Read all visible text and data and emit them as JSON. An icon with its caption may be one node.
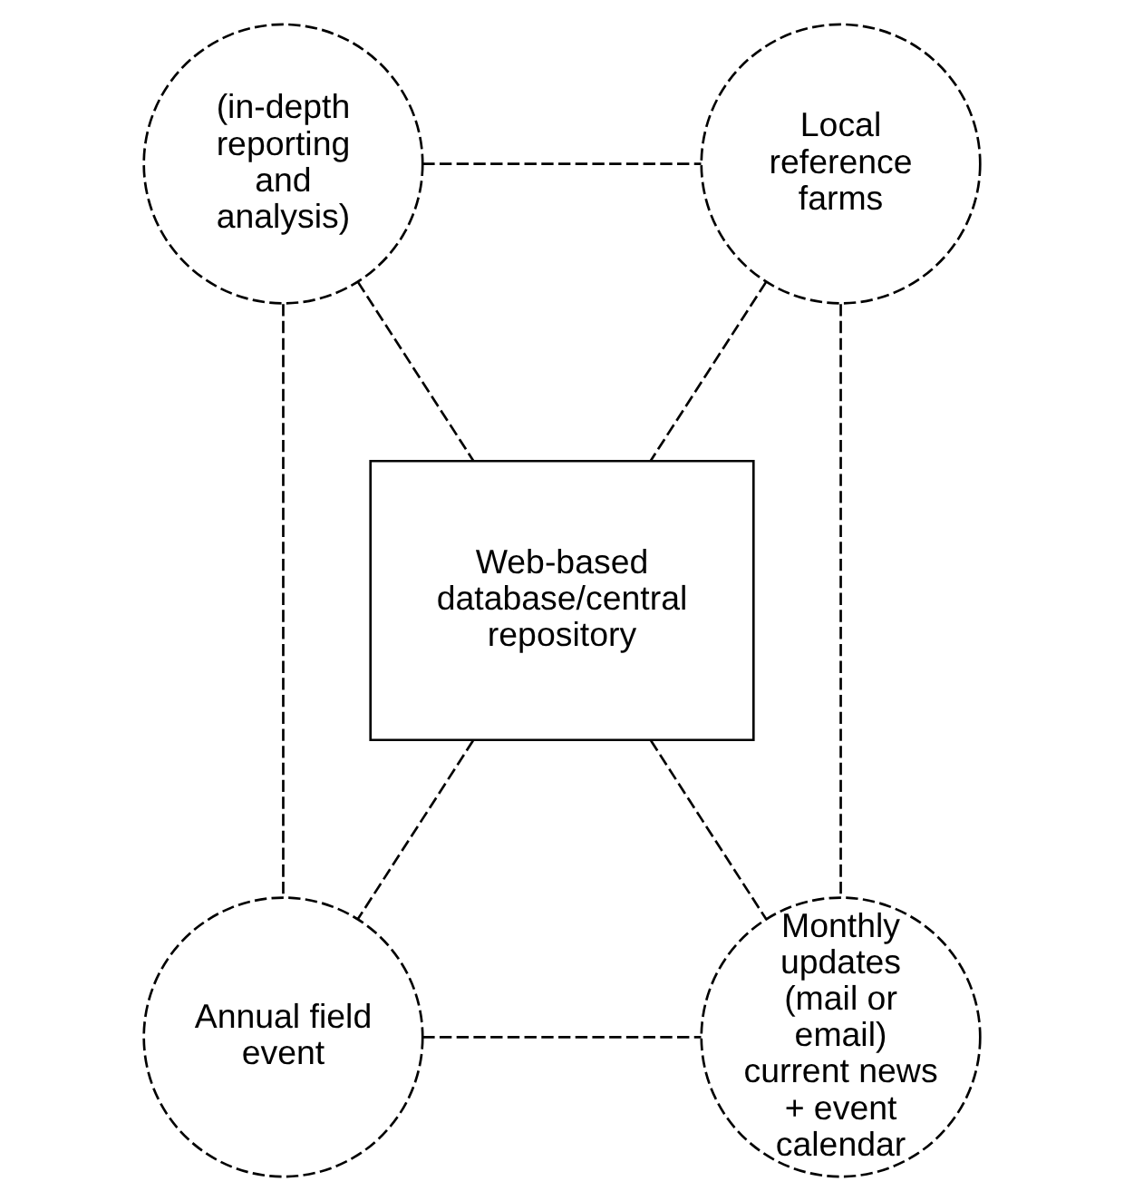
{
  "diagram": {
    "nodes": [
      {
        "text": [
          "(in-depth reporting and analysis)"
        ]
      },
      {
        "text": [
          "Local reference farms"
        ]
      },
      {
        "text": [
          "Web-based database/central repository"
        ]
      },
      {
        "text": [
          "Annual field event"
        ]
      },
      {
        "text": [
          "Monthly updates (mail or email) current news + event calendar"
        ]
      }
    ],
    "edges": [
      {
        "from": 0,
        "to": 1,
        "arrow": "none",
        "style": "dashed"
      },
      {
        "from": 0,
        "to": 2,
        "arrow": "none",
        "style": "dashed"
      },
      {
        "from": 1,
        "to": 2,
        "arrow": "none",
        "style": "dashed"
      },
      {
        "from": 0,
        "to": 3,
        "arrow": "none",
        "style": "dashed"
      },
      {
        "from": 1,
        "to": 4,
        "arrow": "none",
        "style": "dashed"
      },
      {
        "from": 2,
        "to": 3,
        "arrow": "none",
        "style": "dashed"
      },
      {
        "from": 2,
        "to": 4,
        "arrow": "none",
        "style": "dashed"
      },
      {
        "from": 3,
        "to": 4,
        "arrow": "none",
        "style": "dashed"
      }
    ]
  }
}
